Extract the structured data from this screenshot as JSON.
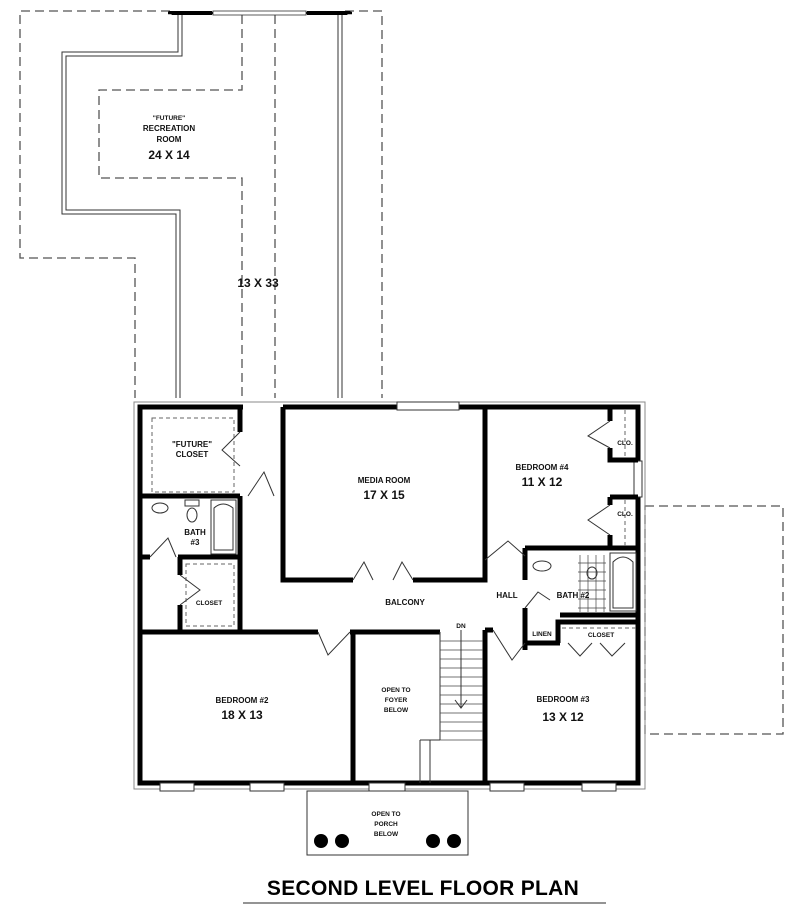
{
  "title": "SECOND LEVEL FLOOR PLAN",
  "rooms": {
    "recreation": {
      "line1": "\"FUTURE\"",
      "line2": "RECREATION",
      "line3": "ROOM",
      "size": "24 X 14"
    },
    "bonus_span": {
      "size": "13 X 33"
    },
    "future_closet": {
      "line1": "\"FUTURE\"",
      "line2": "CLOSET"
    },
    "bath3": {
      "line1": "BATH",
      "line2": "#3"
    },
    "closet_left": {
      "label": "CLOSET"
    },
    "media": {
      "label": "MEDIA ROOM",
      "size": "17 X 15"
    },
    "bedroom4": {
      "label": "BEDROOM #4",
      "size": "11 X 12"
    },
    "clo_top": {
      "label": "CLO."
    },
    "clo_bottom": {
      "label": "CLO."
    },
    "hall": {
      "label": "HALL"
    },
    "bath2": {
      "label": "BATH #2"
    },
    "linen": {
      "label": "LINEN"
    },
    "closet_right": {
      "label": "CLOSET"
    },
    "balcony": {
      "label": "BALCONY"
    },
    "stairs": {
      "label": "DN"
    },
    "foyer": {
      "line1": "OPEN TO",
      "line2": "FOYER",
      "line3": "BELOW"
    },
    "bedroom2": {
      "label": "BEDROOM #2",
      "size": "18 X 13"
    },
    "bedroom3": {
      "label": "BEDROOM #3",
      "size": "13 X 12"
    },
    "porch": {
      "line1": "OPEN TO",
      "line2": "PORCH",
      "line3": "BELOW"
    }
  }
}
